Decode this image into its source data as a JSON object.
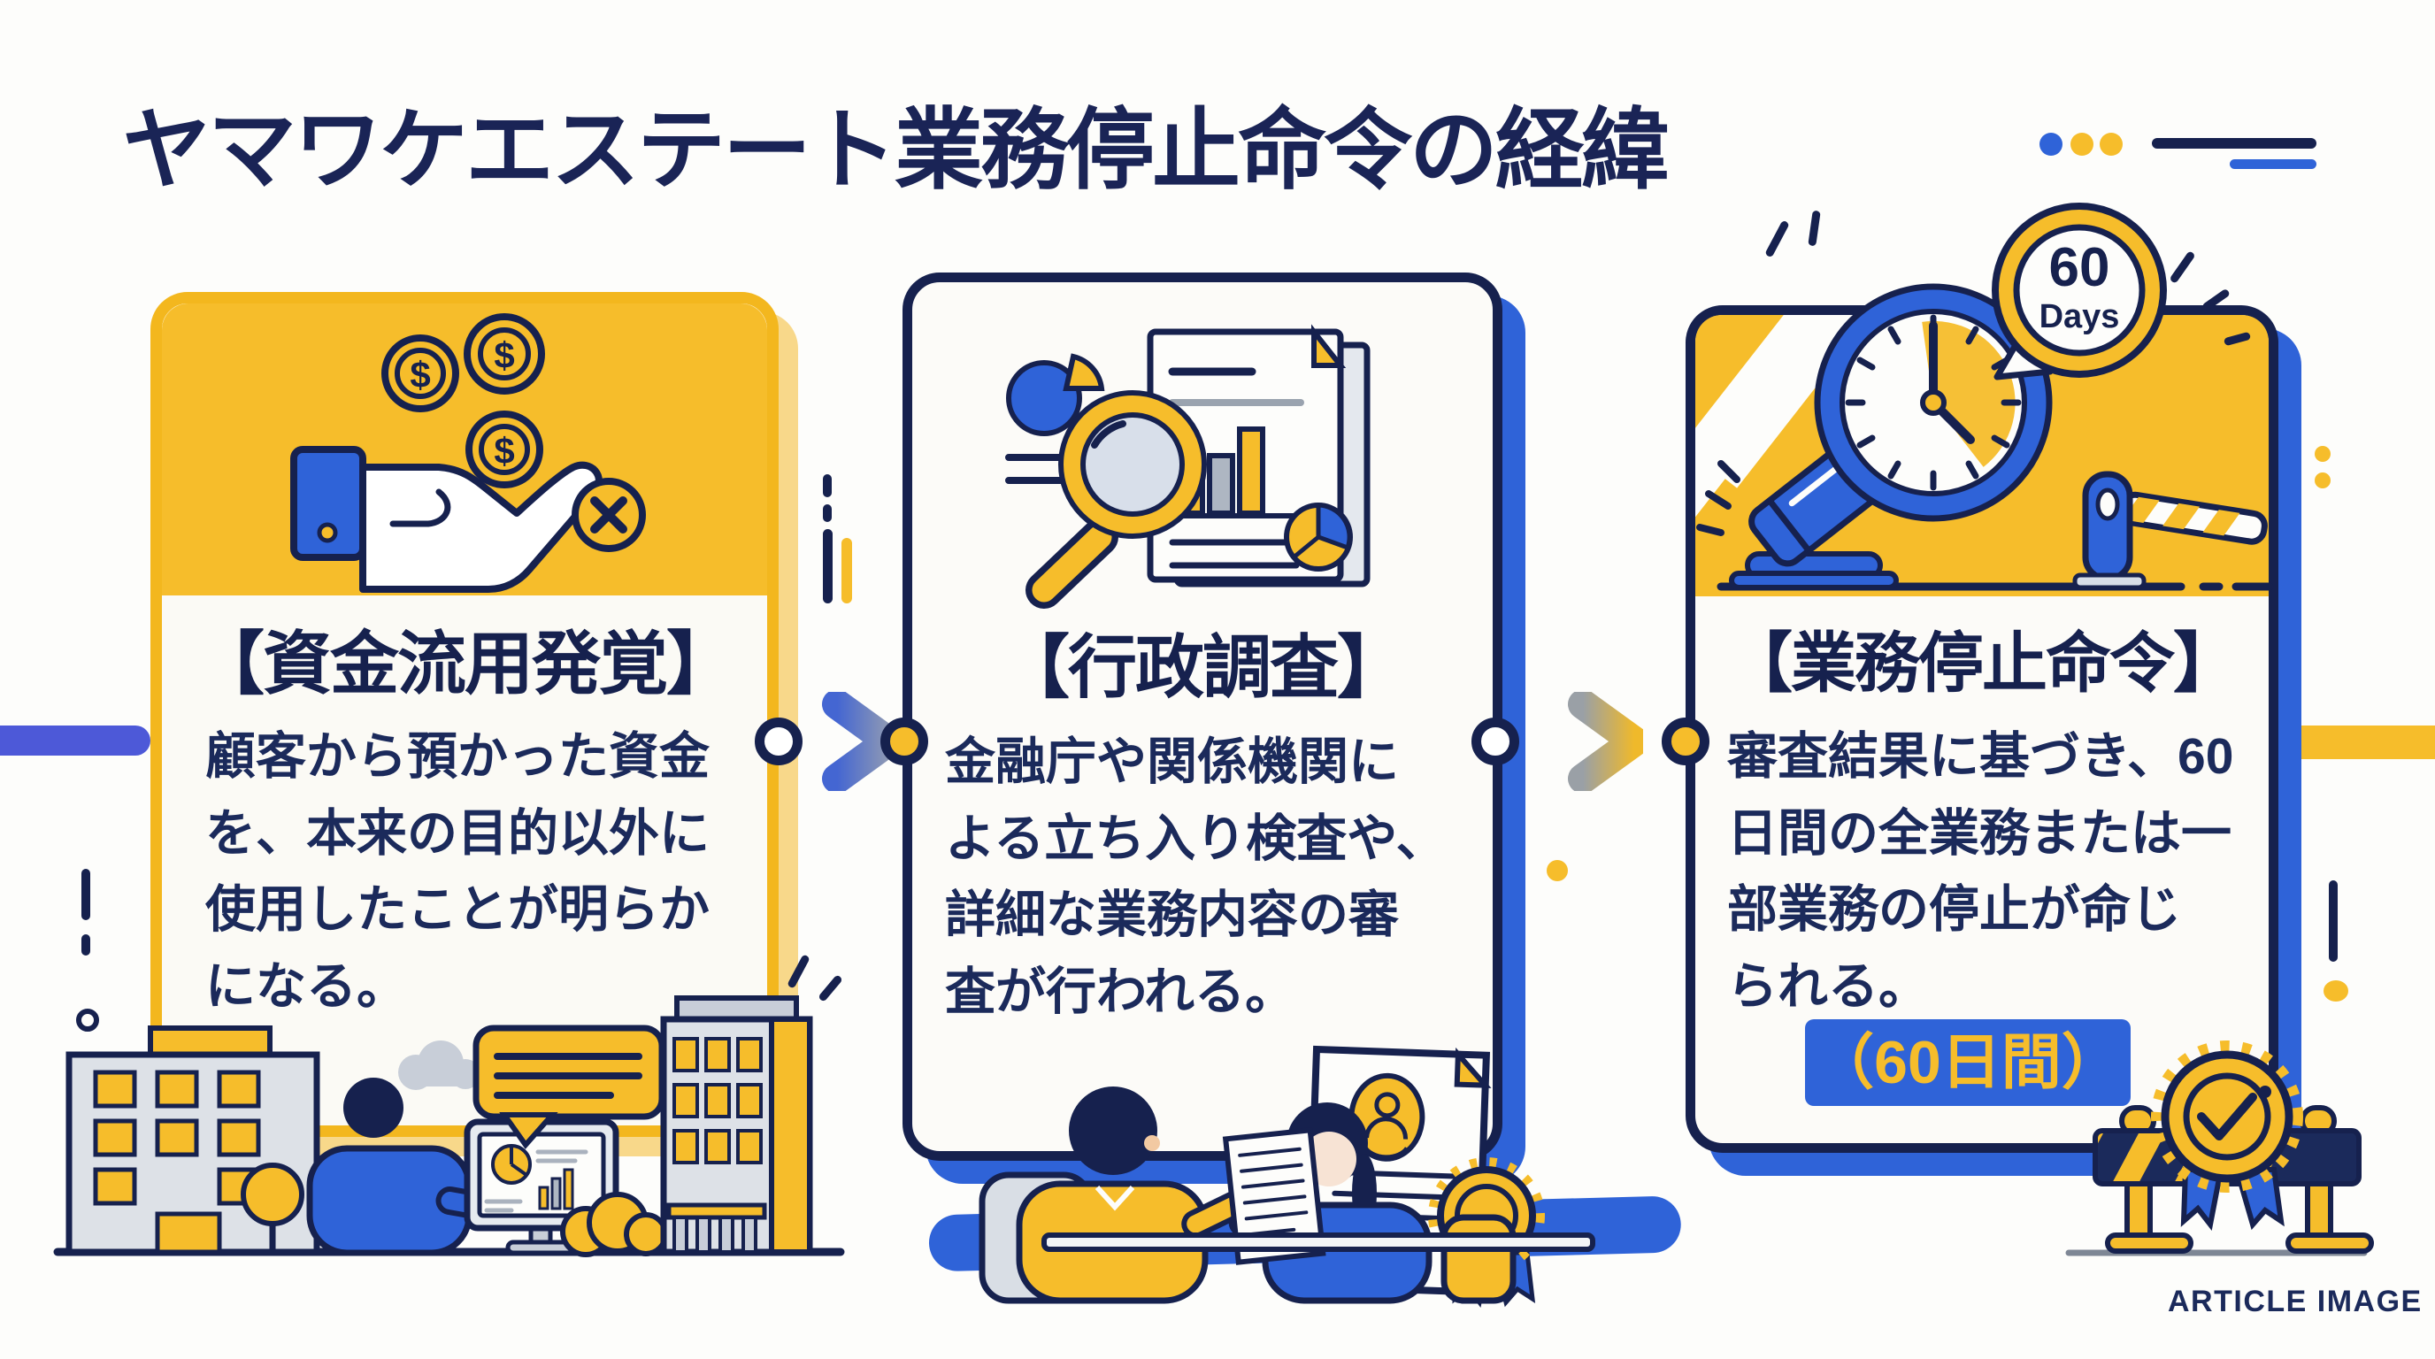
{
  "title": "ヤマワケエステート業務停止命令の経緯",
  "watermark": "ARTICLE IMAGE",
  "colors": {
    "navy": "#1B2A5B",
    "blue": "#2F63D8",
    "indigo": "#4D59D8",
    "yellow": "#F6BD2B",
    "light_yellow_shadow": "#F8D88A",
    "background": "#FDFDFB"
  },
  "steps": [
    {
      "heading": "【資金流用発覚】",
      "body": "顧客から預かった資金\nを、本来の目的以外に\n使用したことが明らか\nになる。",
      "icon": "hand-coins-x-icon",
      "coin_symbol": "$"
    },
    {
      "heading": "【行政調査】",
      "body": "金融庁や関係機関に\nよる立ち入り検査や、\n詳細な業務内容の審\n査が行われる。",
      "icon": "magnifier-report-icon"
    },
    {
      "heading": "【業務停止命令】",
      "body": "審査結果に基づき、60\n日間の全業務または一\n部業務の停止が命じ\nられる。",
      "badge": "（60日間）",
      "icon": "gavel-clock-barrier-icon",
      "clock_badge": {
        "number": "60",
        "unit": "Days"
      }
    }
  ]
}
